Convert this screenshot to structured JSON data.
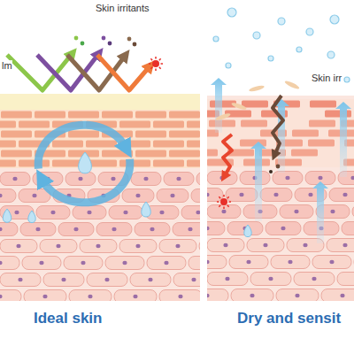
{
  "diagram": {
    "labels": [
      "lm",
      "Skin irritants",
      "Skin irr",
      "Ideal skin",
      "Dry and sensit"
    ]
  }
}
